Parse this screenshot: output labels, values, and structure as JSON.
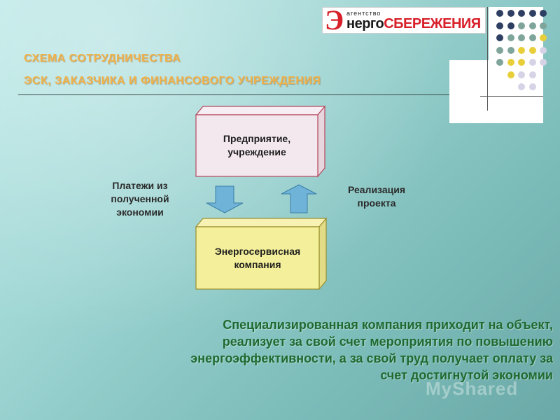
{
  "slide": {
    "title_line1": "СХЕМА СОТРУДНИЧЕСТВА",
    "title_line2": "ЭСК, ЗАКАЗЧИКА И ФИНАНСОВОГО УЧРЕЖДЕНИЯ"
  },
  "logo": {
    "small_text": "агентство",
    "word_black": "нерго",
    "word_red": "СБЕРЕЖЕНИЯ",
    "letter": "Э"
  },
  "diagram": {
    "top_box": "Предприятие,\nучреждение",
    "bottom_box": "Энергосервисная\nкомпания",
    "left_label": "Платежи из\nполученной\nэкономии",
    "right_label": "Реализация\nпроекта",
    "top_box_color": "#f3e8ee",
    "bottom_box_color": "#f4ef9a",
    "arrow_color": "#6fb3d9"
  },
  "body_text": "Специализированная компания приходит на объект, реализует за свой счет мероприятия по повышению энергоэффективности, а за свой труд получает оплату за счет достигнутой экономии",
  "watermark": "MyShared",
  "dot_colors": {
    "navy": "#2f3f63",
    "teal": "#7fa59b",
    "yellow": "#e8cf3a",
    "lavender": "#d6d3e6"
  }
}
